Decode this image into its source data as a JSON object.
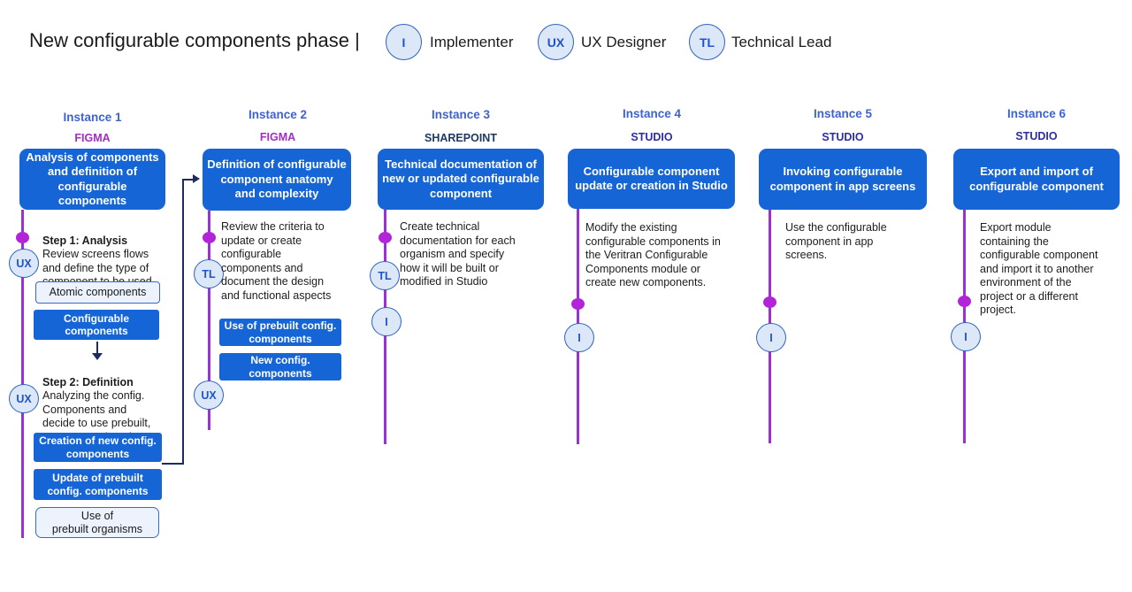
{
  "title": "New configurable components phase |",
  "legend": [
    {
      "abbr": "I",
      "label": "Implementer"
    },
    {
      "abbr": "UX",
      "label": "UX Designer"
    },
    {
      "abbr": "TL",
      "label": "Technical Lead"
    }
  ],
  "colors": {
    "box_blue": "#1565d6",
    "timeline_purple": "#9b30d9",
    "milestone_magenta": "#b224d8",
    "instance_title_blue": "#3e63cf",
    "figma_purple": "#a32cc4",
    "sharepoint_navy": "#1f3864",
    "studio_indigo": "#2d2da4",
    "connector_navy": "#1a2b66",
    "role_circle_fill": "#dce8f8",
    "role_circle_border": "#2f62bc",
    "role_text_blue": "#1d54cc"
  },
  "columns": [
    {
      "title": "Instance 1",
      "platform": "FIGMA",
      "header_box": "Analysis of components\nand definition of\nconfigurable components",
      "roles": [
        "UX",
        "UX"
      ],
      "step1_heading": "Step 1: Analysis",
      "step1_body": "Review screens flows\nand define the type of\ncomponent to be used",
      "box_atomic": "Atomic components",
      "box_configurable": "Configurable\ncomponents",
      "step2_heading": "Step 2: Definition",
      "step2_body": "Analyzing the config.\nComponents and\ndecide to use prebuilt,\ncreate or update them",
      "box_creation": "Creation of new config.\ncomponents",
      "box_update": "Update of prebuilt\nconfig. components",
      "box_use_organisms": "Use of\nprebuilt organisms"
    },
    {
      "title": "Instance 2",
      "platform": "FIGMA",
      "header_box": "Definition of configurable\ncomponent anatomy\nand complexity",
      "roles": [
        "TL",
        "UX"
      ],
      "body": "Review the criteria to\nupdate or create\nconfigurable\ncomponents and\ndocument the design\nand functional aspects",
      "box_prebuilt": "Use of prebuilt config.\ncomponents",
      "box_new": "New config.\ncomponents"
    },
    {
      "title": "Instance 3",
      "platform": "SHAREPOINT",
      "header_box": "Technical documentation of\nnew or updated configurable\ncomponent",
      "roles": [
        "TL",
        "I"
      ],
      "body": "Create technical\ndocumentation for each\norganism and specify\nhow it will be built or\nmodified in Studio"
    },
    {
      "title": "Instance 4",
      "platform": "STUDIO",
      "header_box": "Configurable component\nupdate or creation in Studio",
      "roles": [
        "I"
      ],
      "body": "Modify the existing\nconfigurable components in\nthe Veritran Configurable\nComponents module or\ncreate new components."
    },
    {
      "title": "Instance 5",
      "platform": "STUDIO",
      "header_box": "Invoking configurable\ncomponent in app screens",
      "roles": [
        "I"
      ],
      "body": "Use the configurable\ncomponent in app\nscreens."
    },
    {
      "title": "Instance 6",
      "platform": "STUDIO",
      "header_box": "Export and import of\nconfigurable component",
      "roles": [
        "I"
      ],
      "body": "Export module\ncontaining the\nconfigurable component\nand import it to another\nenvironment of the\nproject or a different\nproject."
    }
  ]
}
